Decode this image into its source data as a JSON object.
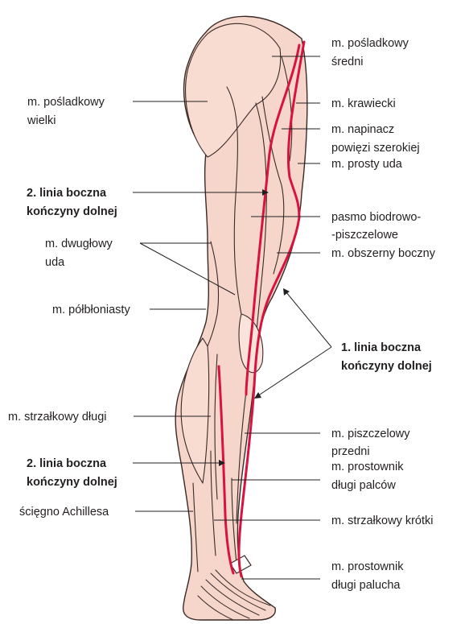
{
  "labels": {
    "gluteus_medius": [
      "m. pośladkowy",
      "średni"
    ],
    "gluteus_maximus": [
      "m. pośladkowy",
      "wielki"
    ],
    "sartorius": [
      "m. krawiecki"
    ],
    "tensor": [
      "m. napinacz",
      "powięzi szerokiej"
    ],
    "rectus": [
      "m. prosty uda"
    ],
    "lateral_line_2_upper": [
      "2. linia boczna",
      "kończyny dolnej"
    ],
    "iliotibial": [
      "pasmo biodrowo-",
      "-piszczelowe"
    ],
    "biceps": [
      "m. dwugłowy",
      "uda"
    ],
    "vastus": [
      "m. obszerny boczny"
    ],
    "semimembranosus": [
      "m. półbłoniasty"
    ],
    "lateral_line_1": [
      "1. linia boczna",
      "kończyny dolnej"
    ],
    "peroneus_longus": [
      "m. strzałkowy długi"
    ],
    "tibialis": [
      "m. piszczelowy",
      "przedni"
    ],
    "lateral_line_2_lower": [
      "2. linia boczna",
      "kończyny dolnej"
    ],
    "ext_digitorum": [
      "m. prostownik",
      "długi palców"
    ],
    "achilles": [
      "ścięgno Achillesa"
    ],
    "peroneus_brevis": [
      "m. strzałkowy krótki"
    ],
    "ext_hallucis": [
      "m. prostownik",
      "długi palucha"
    ]
  },
  "colors": {
    "skin_fill": "#f6d6cb",
    "skin_light": "#f9e3da",
    "outline": "#3a2a26",
    "line_red": "#d6143f",
    "text": "#231f20"
  }
}
